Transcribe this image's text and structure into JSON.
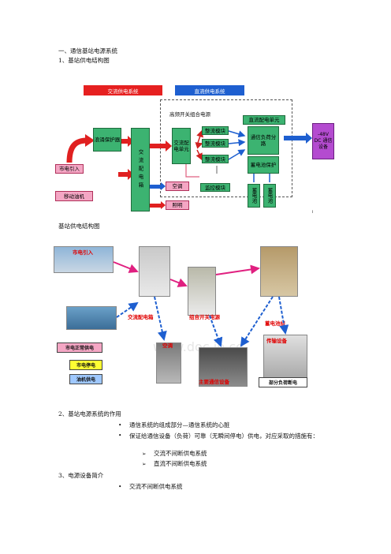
{
  "heading1": "一、通信基站电源系统",
  "heading1_1": "1、基站供电结构图",
  "diagram1": {
    "ac_system_label": "交流供电系统",
    "dc_system_label": "直流供电系统",
    "hf_combo_label": "高频开关组合电源",
    "surge_protector": "浪涌保护器",
    "mains_input": "市电引入",
    "mobile_generator": "移动油机",
    "ac_distribution_box": "交流配电箱",
    "ac_distribution_unit": "交流配电单元",
    "rectifier_1": "整流模块",
    "rectifier_2": "整流模块",
    "rectifier_3": "整流模块",
    "monitor_module": "监控模块",
    "dc_distribution_unit": "直流配电单元",
    "comm_load_branch": "通信负荷分路",
    "battery_protect": "蓄电池保护",
    "battery_1": "蓄电池",
    "battery_2": "蓄电池",
    "output": "-48V DC 通信设备",
    "air_conditioner": "空调",
    "lighting": "照明",
    "corner_mark": "i"
  },
  "heading1_2": "基站供电结构图",
  "diagram2": {
    "label_top_left": "市电引入",
    "label_ac_box": "交流配电箱",
    "label_combo": "组合开关电源",
    "label_battery": "蓄电池组",
    "label_aircon": "空调",
    "label_main_equipment": "主要通信设备",
    "label_transmission": "传输设备",
    "label_partial": "部分负荷断电",
    "legend_mains_normal": "市电正常供电",
    "legend_mains_off": "市电停电",
    "legend_generator": "油机供电",
    "watermark": "www.doc.in.co"
  },
  "heading2": "2、基站电源系统的作用",
  "bullets2": [
    "通信系统的组成部分—通信系统的心脏",
    "保证给通信设备（负荷）可靠（无瞬间停电）供电，对应采取的措施有：",
    "交流不间断供电系统",
    "直流不间断供电系统"
  ],
  "heading3": "3、电源设备简介",
  "bullets3": [
    "交流不间断供电系统"
  ]
}
